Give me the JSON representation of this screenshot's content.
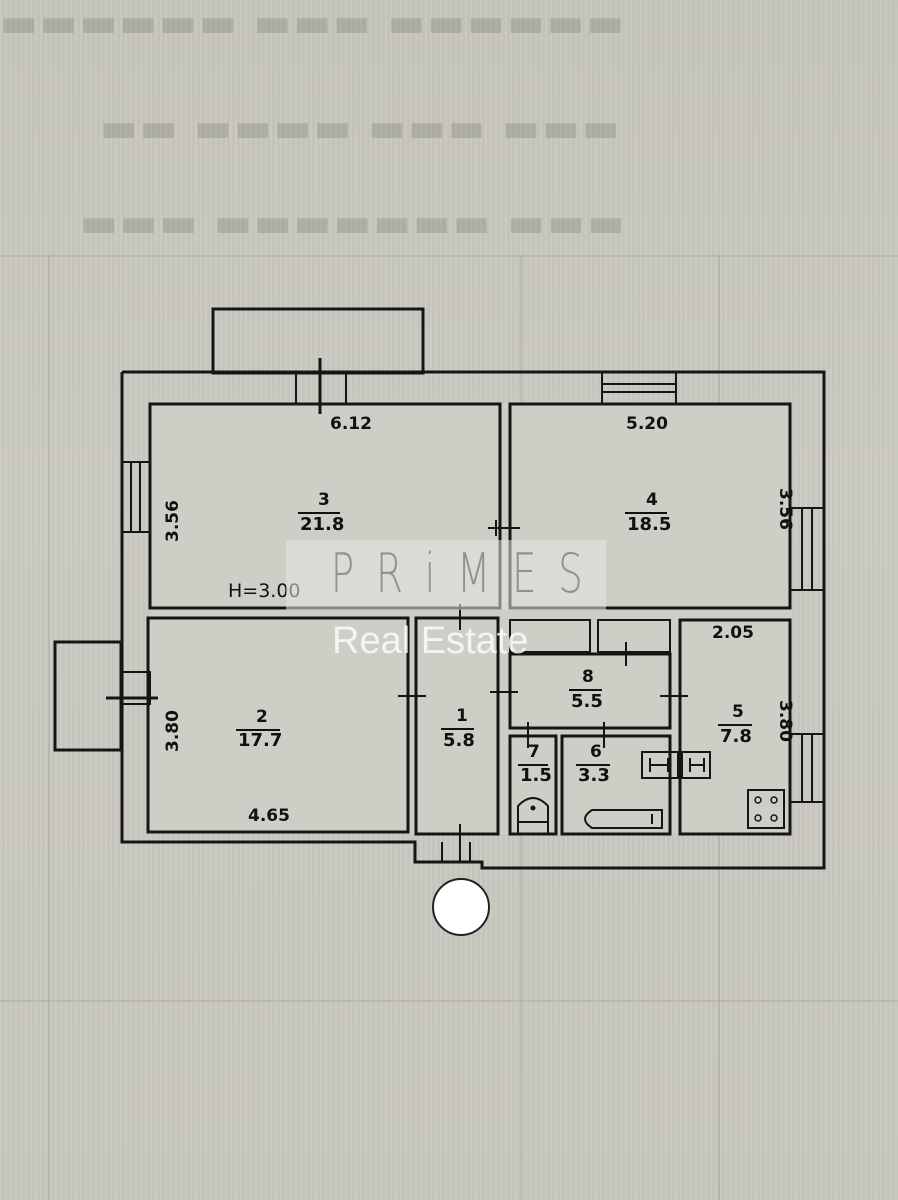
{
  "document": {
    "type": "apartment floor plan",
    "ceiling_height_label": "H=3.00"
  },
  "rooms": [
    {
      "number": "1",
      "area": "5.8"
    },
    {
      "number": "2",
      "area": "17.7"
    },
    {
      "number": "3",
      "area": "21.8"
    },
    {
      "number": "4",
      "area": "18.5"
    },
    {
      "number": "5",
      "area": "7.8"
    },
    {
      "number": "6",
      "area": "3.3"
    },
    {
      "number": "7",
      "area": "1.5"
    },
    {
      "number": "8",
      "area": "5.5"
    }
  ],
  "dimensions": {
    "room3_width": "6.12",
    "room3_depth": "3.56",
    "room4_width": "5.20",
    "room4_depth": "3.56",
    "room2_width": "4.65",
    "room2_depth": "3.80",
    "room5_width": "2.05",
    "room5_depth": "3.80"
  },
  "watermark": {
    "brand": "PRiMES",
    "subtitle": "Real Estate"
  },
  "colors": {
    "paper": "#c9c8bf",
    "lines": "#151515",
    "entrance_marker": "#ffffff"
  }
}
